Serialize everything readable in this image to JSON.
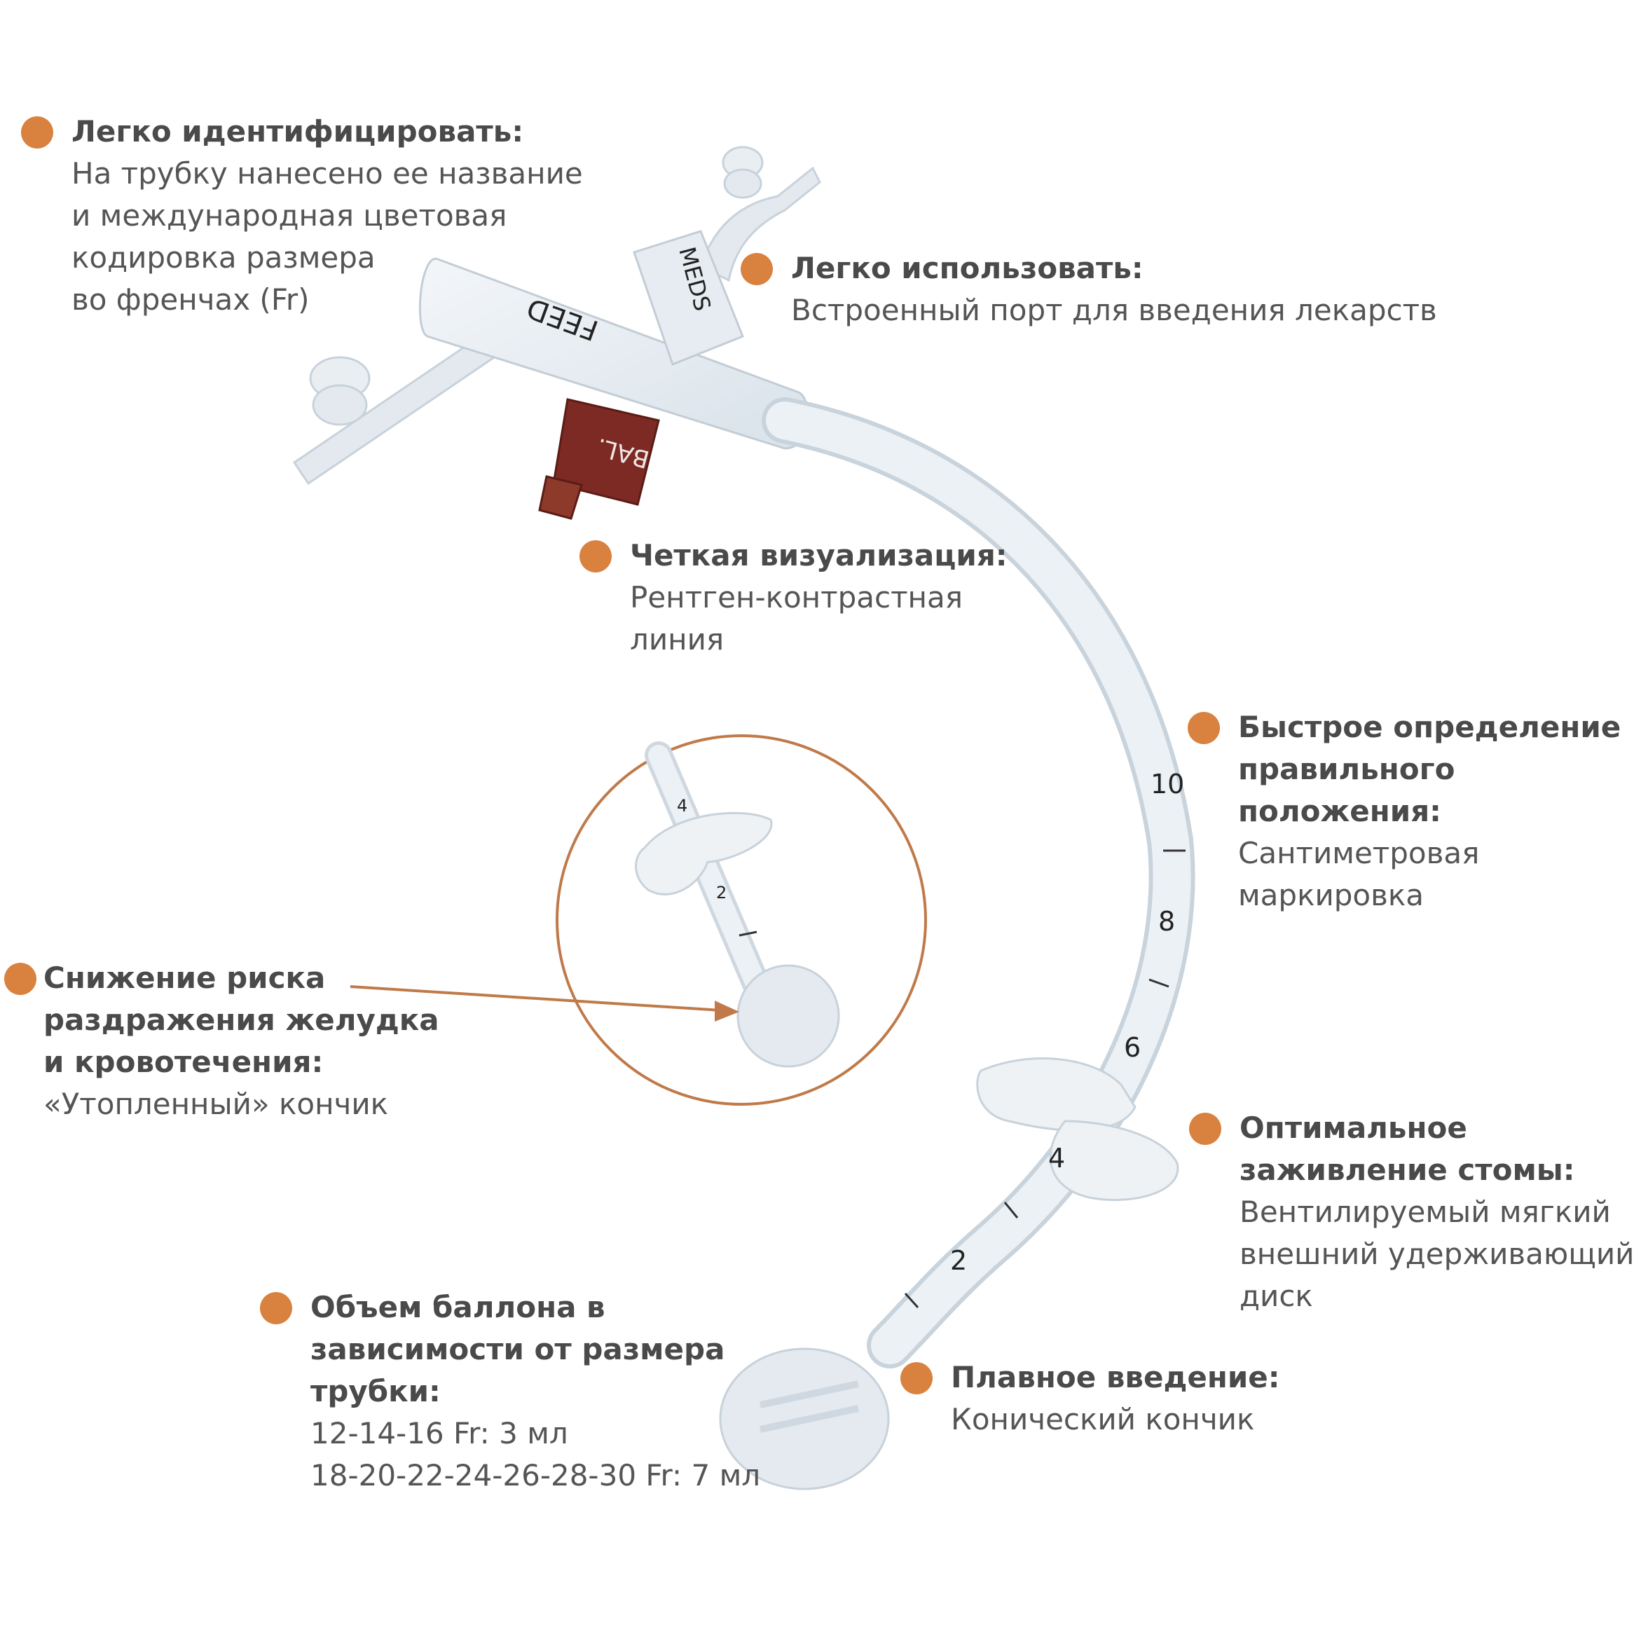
{
  "colors": {
    "accent": "#d9813f",
    "tube": "#e4ebf1",
    "tube_edge": "#b9c6d2",
    "balloon_port": "#8a2a22",
    "title_text": "#4a4a4a",
    "body_text": "#555555"
  },
  "tube_labels": {
    "feed": "FEED",
    "meds": "MEDS",
    "bal": "BAL."
  },
  "scale_marks": {
    "main": [
      "10",
      "8",
      "6",
      "4",
      "2"
    ],
    "inset": [
      "4",
      "2"
    ]
  },
  "callouts": [
    {
      "id": "identify",
      "title": "Легко идентифицировать:",
      "desc": "На трубку нанесено ее название\nи международная цветовая\nкодировка размера\nво френчах (Fr)"
    },
    {
      "id": "use",
      "title": "Легко использовать:",
      "desc": "Встроенный порт для введения лекарств"
    },
    {
      "id": "visual",
      "title": "Четкая визуализация:",
      "desc": "Рентген-контрастная\nлиния"
    },
    {
      "id": "position",
      "title": "Быстрое определение\nправильного положения:",
      "desc": "Сантиметровая\nмаркировка"
    },
    {
      "id": "risk",
      "title": "Снижение риска\nраздражения желудка\nи кровотечения:",
      "desc": "«Утопленный» кончик"
    },
    {
      "id": "stoma",
      "title": "Оптимальное\nзаживление стомы:",
      "desc": "Вентилируемый мягкий\nвнешний удерживающий\nдиск"
    },
    {
      "id": "insertion",
      "title": "Плавное введение:",
      "desc": "Конический кончик"
    },
    {
      "id": "balloon",
      "title": "Объем баллона в\nзависимости от размера\nтрубки:",
      "desc": "12-14-16 Fr:  3 мл\n18-20-22-24-26-28-30 Fr: 7 мл"
    }
  ]
}
